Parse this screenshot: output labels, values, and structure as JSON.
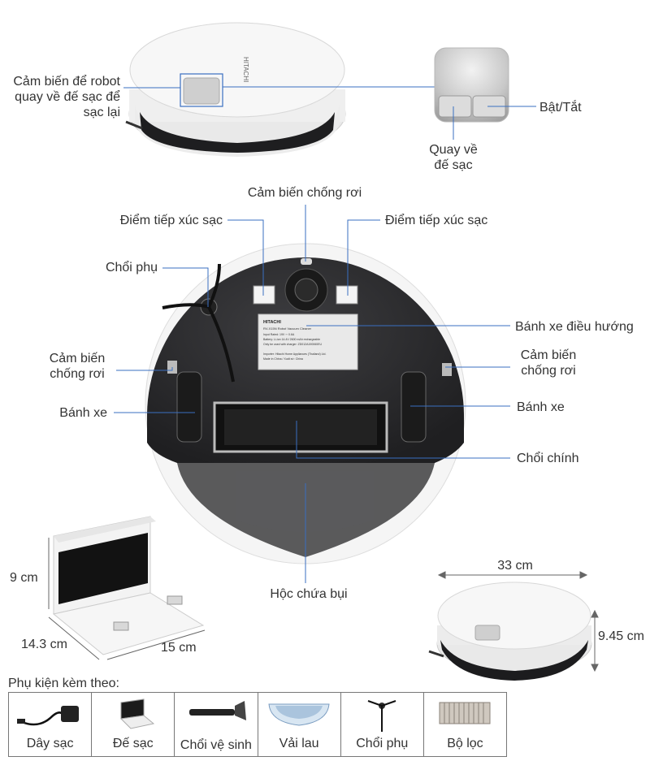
{
  "callouts": {
    "return_sensor": "Cảm biến để robot quay về đế sạc để sạc lại",
    "power": "Bật/Tắt",
    "return_button": "Quay về đế sạc",
    "cliff_sensor_top": "Cảm biến chống rơi",
    "charge_contact_left": "Điểm tiếp xúc sạc",
    "charge_contact_right": "Điểm tiếp xúc sạc",
    "side_brush": "Chổi phụ",
    "nav_wheel": "Bánh xe điều hướng",
    "cliff_sensor_left": "Cảm biến chống rơi",
    "cliff_sensor_right": "Cảm biến chống rơi",
    "wheel_left": "Bánh xe",
    "wheel_right": "Bánh xe",
    "main_brush": "Chổi chính",
    "dustbin": "Hộc chứa bụi"
  },
  "robot_brand": "HITACHI",
  "label_sticker": {
    "model": "RV-X15N  Robot Vacuum Cleaner",
    "line1": "Input Rated: 19V ⎓ 0.6A",
    "line2": "Battery: Li-ion 14.4V 2600 mAh rechargeable",
    "line3": "Only be used with charger: ZD012A190060EU",
    "line4": "Importer: Hitachi Home Appliances (Thailand) Ltd.",
    "line5": "Made in China / Xuất xứ: China"
  },
  "dimensions": {
    "dock_height": "9 cm",
    "dock_depth": "14.3 cm",
    "dock_width": "15 cm",
    "robot_diameter": "33 cm",
    "robot_height": "9.45 cm"
  },
  "accessories": {
    "title": "Phụ kiện kèm theo:",
    "items": [
      {
        "name": "Dây sạc",
        "icon": "charger-cable-icon"
      },
      {
        "name": "Đế sạc",
        "icon": "charging-dock-icon"
      },
      {
        "name": "Chổi vệ sinh",
        "icon": "cleaning-brush-icon"
      },
      {
        "name": "Vải lau",
        "icon": "mop-cloth-icon"
      },
      {
        "name": "Chổi phụ",
        "icon": "side-brush-icon"
      },
      {
        "name": "Bộ lọc",
        "icon": "filter-icon"
      }
    ]
  },
  "colors": {
    "callout_line": "#3a6fc1",
    "robot_body": "#f4f4f4",
    "robot_underside": "#2f2f31",
    "text": "#333333"
  }
}
